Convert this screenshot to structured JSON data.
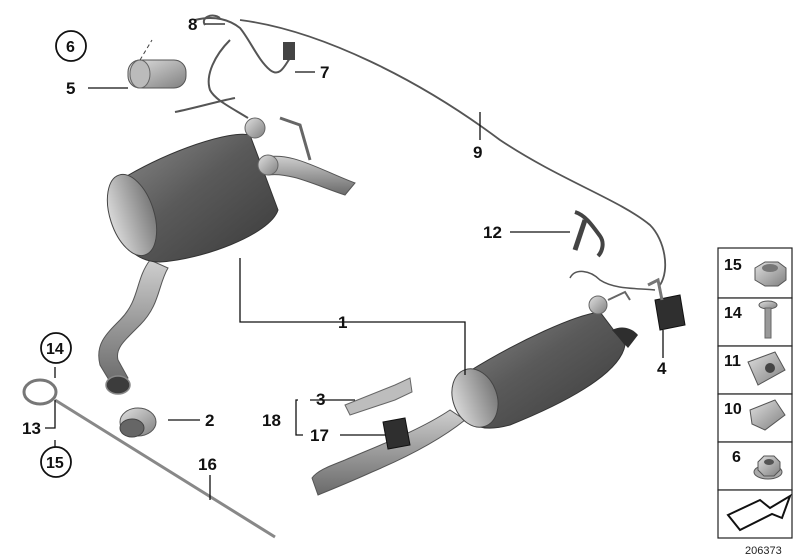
{
  "callouts": {
    "c1": "1",
    "c2": "2",
    "c3": "3",
    "c4": "4",
    "c5": "5",
    "c6": "6",
    "c7": "7",
    "c8": "8",
    "c9": "9",
    "c12": "12",
    "c13": "13",
    "c14": "14",
    "c15": "15",
    "c16": "16",
    "c17": "17",
    "c18": "18"
  },
  "legend": {
    "items": [
      "15",
      "14",
      "11",
      "10",
      "6"
    ]
  },
  "reference_number": "206373",
  "colors": {
    "metal_dark": "#4a4a4a",
    "metal_light": "#bdbdbd",
    "leader": "#111111"
  }
}
